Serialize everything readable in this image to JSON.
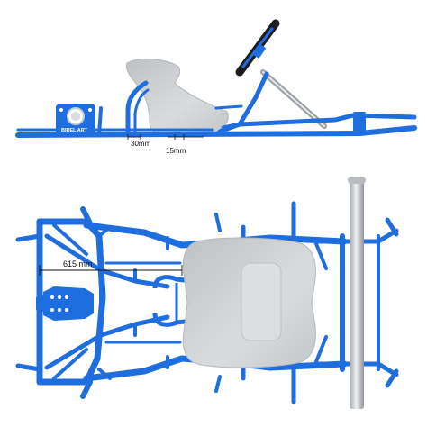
{
  "side_view": {
    "dimension_seat_gap": "30mm",
    "dimension_seat_offset": "15mm",
    "brand_plate": "BIREL ART"
  },
  "top_view": {
    "dimension_width": "615 mm"
  },
  "colors": {
    "frame_blue": "#1f6ee0",
    "frame_blue_dark": "#0c4fb8",
    "seat_grey": "#c9cbcd",
    "steering_black": "#1a1d22",
    "column_silver": "#c8ccd0"
  }
}
